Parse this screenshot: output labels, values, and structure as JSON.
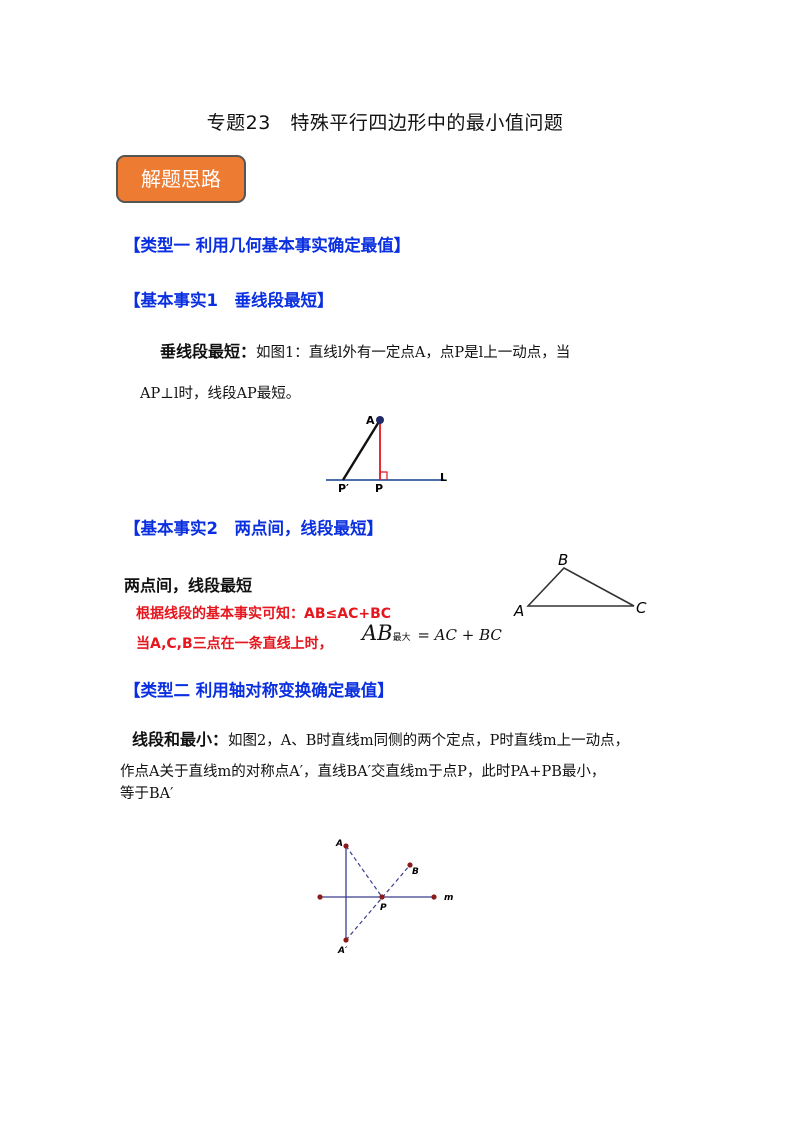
{
  "title": "专题23　特殊平行四边形中的最小值问题",
  "badge": "解题思路",
  "type1_heading": "【类型一  利用几何基本事实确定最值】",
  "fact1_heading": "【基本事实1　垂线段最短】",
  "fact1_term": "垂线段最短：",
  "fact1_text_a": "如图1：直线l外有一定点A，点P是l上一动点，当",
  "fact1_text_b": "AP⊥l时，线段AP最短。",
  "fig1_labels": {
    "A": "A",
    "P_prime": "P′",
    "P": "P",
    "L": "L"
  },
  "fact2_heading": "【基本事实2　两点间，线段最短】",
  "fact2_term": "两点间，线段最短",
  "fact2_red1": "根据线段的基本事实可知：AB≤AC+BC",
  "fact2_red2": "当A,C,B三点在一条直线上时，",
  "formula": {
    "lhs": "AB",
    "sub": "最大",
    "rhs": "= AC + BC"
  },
  "fig_triangle_labels": {
    "A": "A",
    "B": "B",
    "C": "C"
  },
  "type2_heading": "【类型二  利用轴对称变换确定最值】",
  "sum_term": "线段和最小：",
  "sum_text_a": "如图2，A、B时直线m同侧的两个定点，P时直线m上一动点，",
  "sum_text_b": "作点A关于直线m的对称点A′，直线BA′交直线m于点P，此时PA+PB最小，",
  "sum_text_c": "等于BA′",
  "fig2_labels": {
    "A": "A",
    "B": "B",
    "P": "P",
    "m": "m",
    "A_prime": "A′"
  },
  "colors": {
    "blue": "#0a2fe0",
    "red": "#e5161e",
    "badge": "#ee7b32",
    "navy": "#1f2a66",
    "dark_red": "#8b1a1a"
  }
}
